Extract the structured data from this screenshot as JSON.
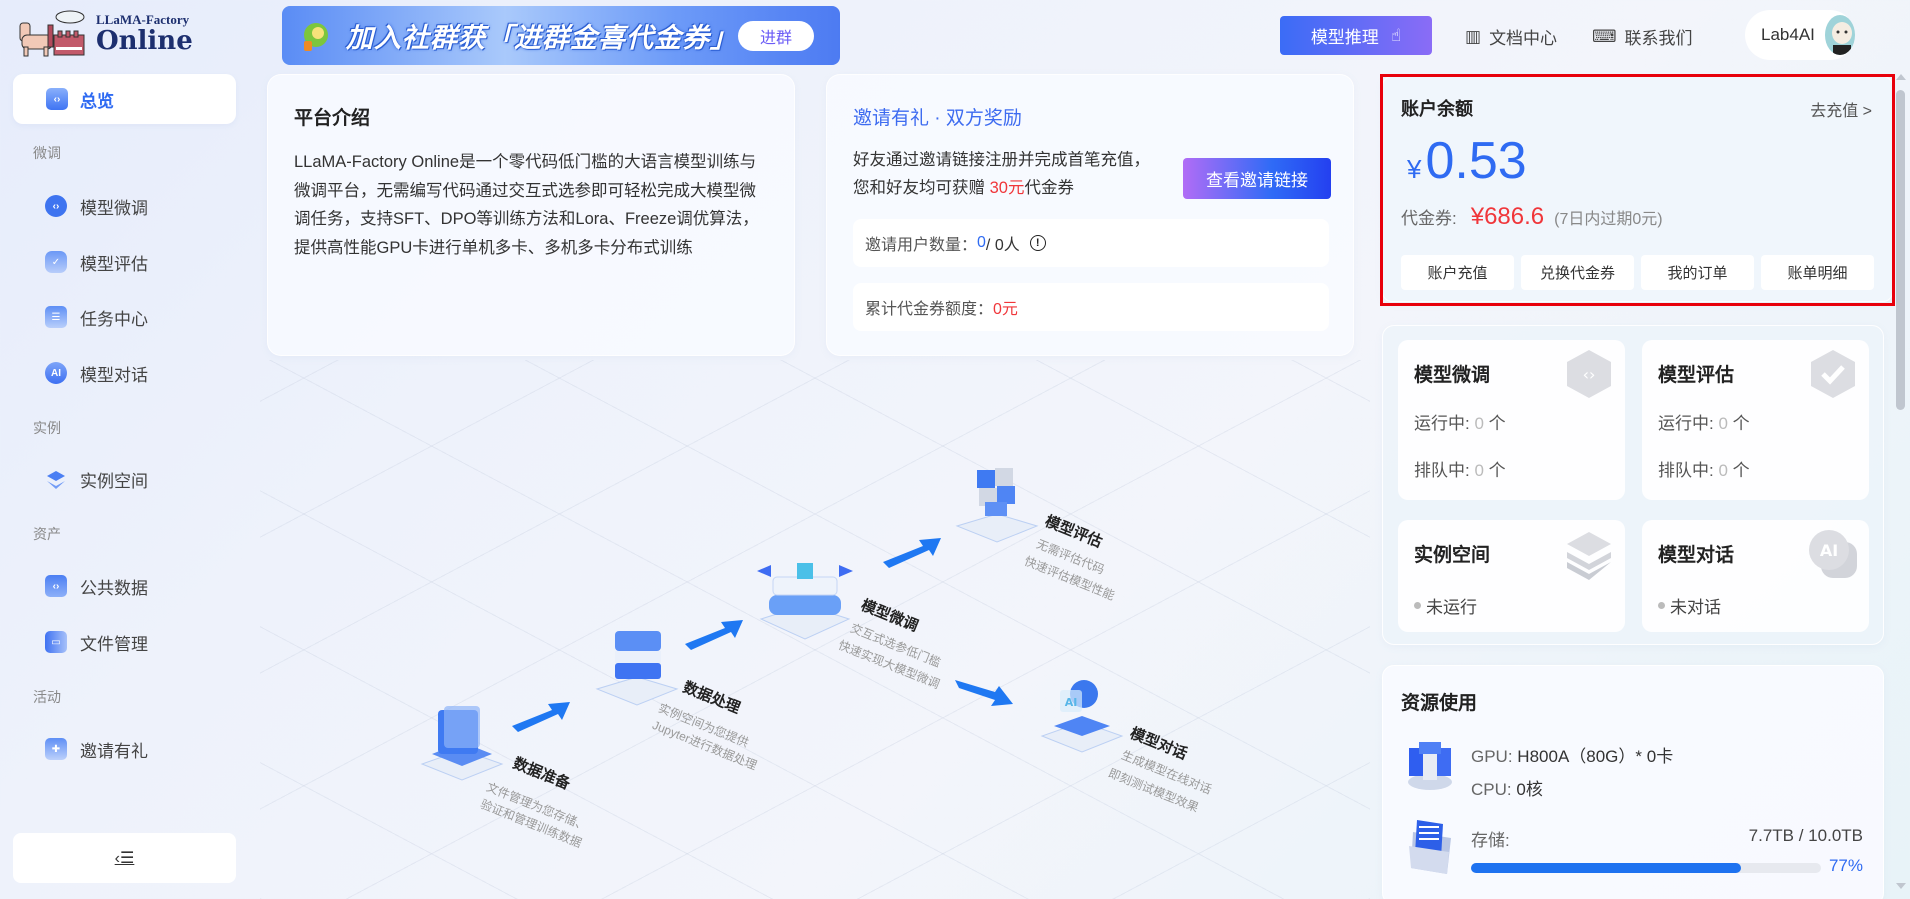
{
  "brand": {
    "line1": "LLaMA-Factory",
    "line2": "Online"
  },
  "sidebar": {
    "active": {
      "label": "总览",
      "icon": "overview-icon"
    },
    "groups": [
      {
        "label": "微调",
        "items": [
          {
            "label": "模型微调",
            "icon": "code-hexagon-icon"
          },
          {
            "label": "模型评估",
            "icon": "check-shield-icon"
          },
          {
            "label": "任务中心",
            "icon": "task-list-icon"
          },
          {
            "label": "模型对话",
            "icon": "ai-chat-icon"
          }
        ]
      },
      {
        "label": "实例",
        "items": [
          {
            "label": "实例空间",
            "icon": "layers-icon"
          }
        ]
      },
      {
        "label": "资产",
        "items": [
          {
            "label": "公共数据",
            "icon": "data-folder-icon"
          },
          {
            "label": "文件管理",
            "icon": "file-icon"
          }
        ]
      },
      {
        "label": "活动",
        "items": [
          {
            "label": "邀请有礼",
            "icon": "gift-icon"
          }
        ]
      }
    ],
    "collapse_icon": "collapse-menu-icon"
  },
  "header": {
    "banner": {
      "text": "加入社群获「进群金喜代金券」",
      "button": "进群"
    },
    "inference_button": "模型推理",
    "links": [
      {
        "label": "文档中心",
        "icon": "book-icon"
      },
      {
        "label": "联系我们",
        "icon": "chat-icon"
      }
    ],
    "user": {
      "name": "Lab4AI"
    }
  },
  "intro": {
    "title": "平台介绍",
    "body": "LLaMA-Factory Online是一个零代码低门槛的大语言模型训练与微调平台，无需编写代码通过交互式选参即可轻松完成大模型微调任务，支持SFT、DPO等训练方法和Lora、Freeze调优算法，提供高性能GPU卡进行单机多卡、多机多卡分布式训练"
  },
  "invite": {
    "title": "邀请有礼 · 双方奖励",
    "desc_before": "好友通过邀请链接注册并完成首笔充值，您和好友均可获赠 ",
    "desc_amount": "30元",
    "desc_after": "代金券",
    "button": "查看邀请链接",
    "users_label": "邀请用户数量：",
    "users_current": "0",
    "users_total": "/ 0人",
    "vouchers_label": "累计代金券额度：",
    "vouchers_value": "0元"
  },
  "balance": {
    "title": "账户余额",
    "recharge_link": "去充值 >",
    "currency": "¥",
    "amount": "0.53",
    "voucher_label": "代金券:",
    "voucher_amount": "¥686.6",
    "voucher_expire": "(7日内过期0元)",
    "buttons": [
      "账户充值",
      "兑换代金券",
      "我的订单",
      "账单明细"
    ],
    "accent_color": "#2f6bf2",
    "highlight_border": "#e8000b"
  },
  "status": {
    "finetune": {
      "title": "模型微调",
      "running_label": "运行中:",
      "running": "0",
      "queue_label": "排队中:",
      "queue": "0",
      "unit": "个"
    },
    "eval": {
      "title": "模型评估",
      "running_label": "运行中:",
      "running": "0",
      "queue_label": "排队中:",
      "queue": "0",
      "unit": "个"
    },
    "instance": {
      "title": "实例空间",
      "state": "未运行"
    },
    "chat": {
      "title": "模型对话",
      "state": "未对话"
    }
  },
  "resources": {
    "title": "资源使用",
    "gpu_label": "GPU:",
    "gpu_value": "H800A（80G）* 0卡",
    "cpu_label": "CPU:",
    "cpu_value": "0核",
    "storage_label": "存储:",
    "storage_value": "7.7TB / 10.0TB",
    "storage_percent": "77%",
    "storage_percent_num": 77
  },
  "diagram": {
    "steps": [
      {
        "title": "数据准备",
        "sub1": "文件管理为您存储、",
        "sub2": "验证和管理训练数据"
      },
      {
        "title": "数据处理",
        "sub1": "实例空间为您提供",
        "sub2": "Jupyter进行数据处理"
      },
      {
        "title": "模型微调",
        "sub1": "交互式选参低门槛",
        "sub2": "快速实现大模型微调"
      },
      {
        "title": "模型评估",
        "sub1": "无需评估代码",
        "sub2": "快速评估模型性能"
      },
      {
        "title": "模型对话",
        "sub1": "生成模型在线对话",
        "sub2": "即刻测试模型效果"
      }
    ]
  }
}
